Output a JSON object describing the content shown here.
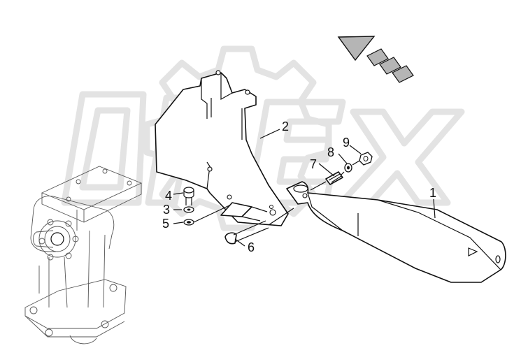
{
  "diagram": {
    "watermark_text": "OPEX",
    "callouts": [
      {
        "id": "c1",
        "label": "1"
      },
      {
        "id": "c2",
        "label": "2"
      },
      {
        "id": "c3",
        "label": "3"
      },
      {
        "id": "c4",
        "label": "4"
      },
      {
        "id": "c5",
        "label": "5"
      },
      {
        "id": "c6",
        "label": "6"
      },
      {
        "id": "c7",
        "label": "7"
      },
      {
        "id": "c8",
        "label": "8"
      },
      {
        "id": "c9",
        "label": "9"
      }
    ]
  }
}
